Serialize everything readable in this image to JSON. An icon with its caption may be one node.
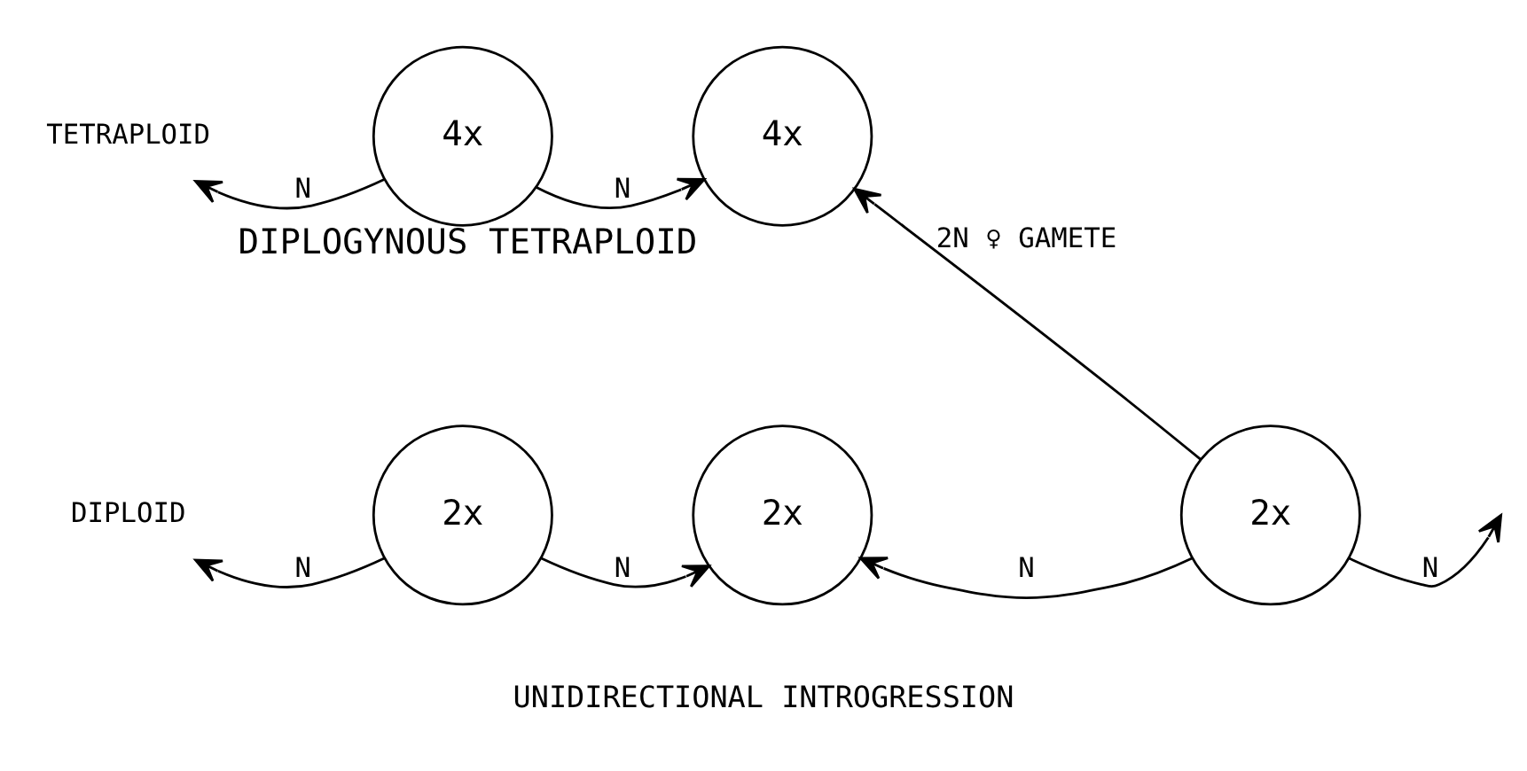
{
  "diagram": {
    "caption": "UNIDIRECTIONAL INTROGRESSION",
    "nodes": [
      {
        "text": [
          "TETRAPLOID"
        ]
      },
      {
        "text": [
          "4x"
        ]
      },
      {
        "text": [
          "4x"
        ],
        "beside": [
          "DIPLOGYNOUS TETRAPLOID"
        ]
      },
      {
        "text": [
          "DIPLOID"
        ]
      },
      {
        "text": [
          "2x"
        ]
      },
      {
        "text": [
          "2x"
        ]
      },
      {
        "text": [
          "2x"
        ]
      }
    ],
    "edges": [
      {
        "from": 1,
        "to": 0,
        "arrow": "to",
        "label": "N"
      },
      {
        "from": 1,
        "to": 2,
        "arrow": "to",
        "label": "N"
      },
      {
        "from": 6,
        "to": 2,
        "arrow": "to",
        "label": "2N ♀ GAMETE"
      },
      {
        "from": 4,
        "to": 3,
        "arrow": "to",
        "label": "N"
      },
      {
        "from": 4,
        "to": 5,
        "arrow": "to",
        "label": "N"
      },
      {
        "from": 6,
        "to": 5,
        "arrow": "to",
        "label": "N"
      },
      {
        "from": 6,
        "to": null,
        "arrow": "to",
        "label": "N"
      }
    ]
  }
}
